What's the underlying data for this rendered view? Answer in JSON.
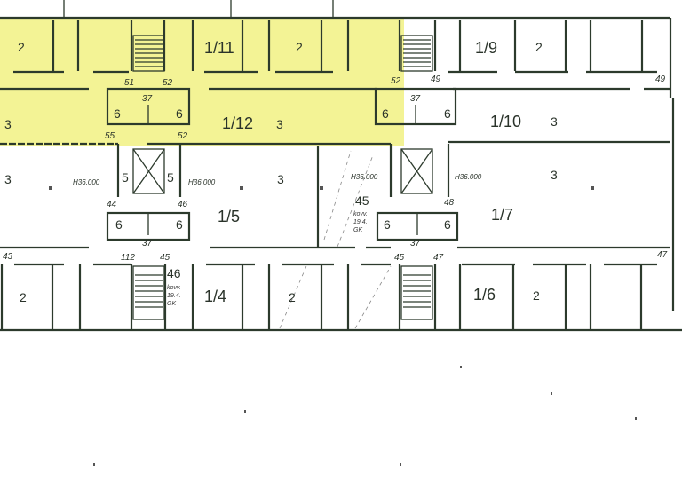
{
  "highlight_color": "#f2f28a",
  "rooms": [
    "2",
    "1/11",
    "2",
    "1/9",
    "2",
    "3",
    "1/12",
    "3",
    "1/10",
    "3",
    "3",
    "1/5",
    "3",
    "1/7",
    "3",
    "2",
    "1/4",
    "2",
    "1/6",
    "2"
  ],
  "stair_cells": [
    "6",
    "6",
    "6",
    "6",
    "6",
    "6",
    "6",
    "6",
    "5",
    "5",
    "37",
    "37",
    "37",
    "37"
  ],
  "marks": [
    "51",
    "52",
    "52",
    "49",
    "49",
    "55",
    "52",
    "H36.000",
    "H36.000",
    "H36.000",
    "H36.000",
    "44",
    "46",
    "45",
    "48",
    "43",
    "112",
    "45",
    "45",
    "47",
    "47",
    "46",
    "kovv. 19.4. GK",
    "kovv. 19.4. GK"
  ]
}
